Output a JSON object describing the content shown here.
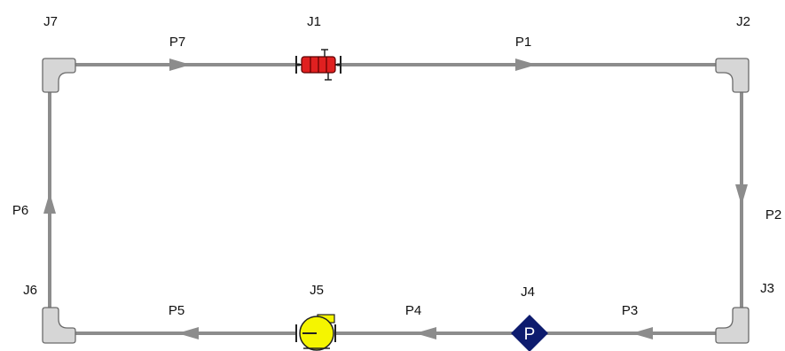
{
  "colors": {
    "pipe": "#8c8c8c",
    "elbow_fill": "#d6d6d6",
    "elbow_stroke": "#6a6a6a",
    "heat_exchanger": "#e02020",
    "pump": "#f5f500",
    "pressure_control": "#0d1b6e",
    "label": "#111111"
  },
  "junctions": {
    "J1": {
      "label": "J1",
      "type": "heat-exchanger"
    },
    "J2": {
      "label": "J2",
      "type": "elbow"
    },
    "J3": {
      "label": "J3",
      "type": "elbow"
    },
    "J4": {
      "label": "J4",
      "type": "pressure-control-valve",
      "symbol": "P"
    },
    "J5": {
      "label": "J5",
      "type": "pump"
    },
    "J6": {
      "label": "J6",
      "type": "elbow"
    },
    "J7": {
      "label": "J7",
      "type": "elbow"
    }
  },
  "pipes": {
    "P1": {
      "label": "P1",
      "from": "J1",
      "to": "J2"
    },
    "P2": {
      "label": "P2",
      "from": "J2",
      "to": "J3"
    },
    "P3": {
      "label": "P3",
      "from": "J3",
      "to": "J4"
    },
    "P4": {
      "label": "P4",
      "from": "J4",
      "to": "J5"
    },
    "P5": {
      "label": "P5",
      "from": "J5",
      "to": "J6"
    },
    "P6": {
      "label": "P6",
      "from": "J6",
      "to": "J7"
    },
    "P7": {
      "label": "P7",
      "from": "J7",
      "to": "J1"
    }
  }
}
